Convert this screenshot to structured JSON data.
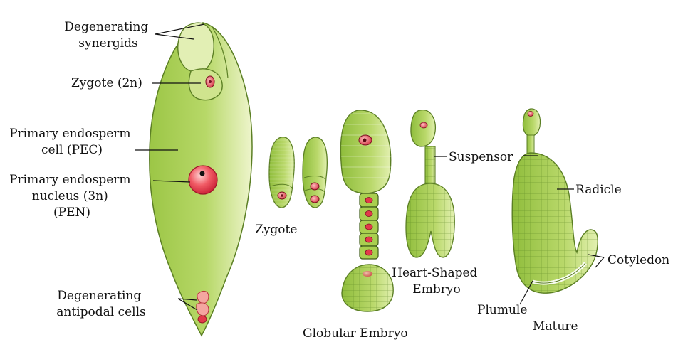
{
  "colors": {
    "tissue": "#a9cf4f",
    "tissue_light": "#e4f0b8",
    "tissue_dark": "#6e9a2c",
    "nucleus": "#e23a4a",
    "nucleus_light": "#ffb0b4",
    "outline": "#3e5a18"
  },
  "labels": {
    "degenerating_synergids": [
      "Degenerating",
      "synergids"
    ],
    "zygote_2n": "Zygote (2n)",
    "pec": [
      "Primary endosperm",
      "cell (PEC)"
    ],
    "pen": [
      "Primary endosperm",
      "nucleus (3n)",
      "(PEN)"
    ],
    "antipodal": [
      "Degenerating",
      "antipodal cells"
    ],
    "zygote": "Zygote",
    "globular_embryo": "Globular Embryo",
    "heart_shaped": [
      "Heart-Shaped",
      "Embryo"
    ],
    "suspensor": "Suspensor",
    "radicle": "Radicle",
    "cotyledon": "Cotyledon",
    "plumule": "Plumule",
    "mature": "Mature"
  },
  "icons": [
    "embryo-sac-illustration",
    "zygote-cell-illustration",
    "globular-embryo-illustration",
    "heart-shaped-embryo-illustration",
    "mature-embryo-illustration"
  ]
}
